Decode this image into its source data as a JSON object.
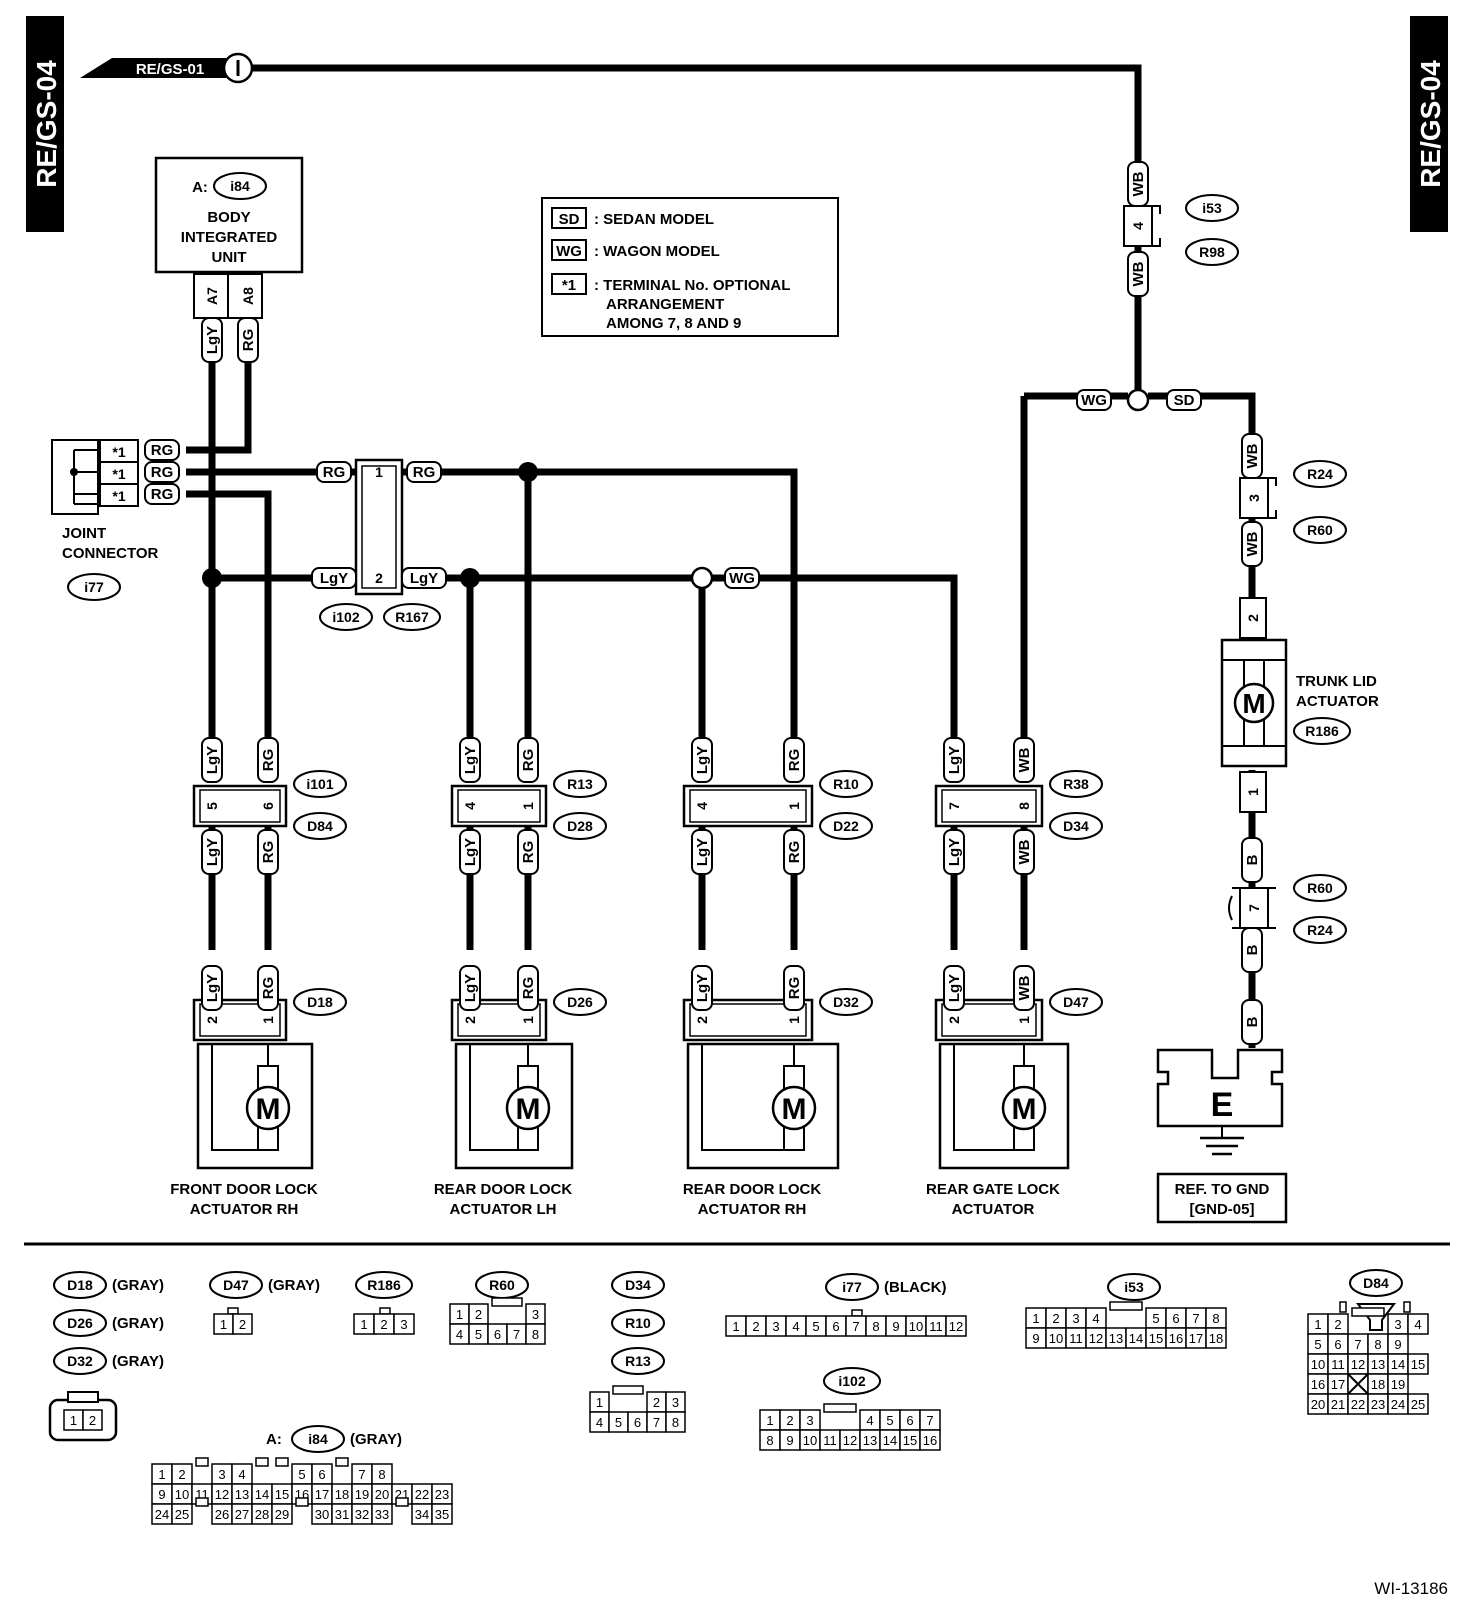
{
  "side_tabs": {
    "left": "RE/GS-04",
    "right": "RE/GS-04"
  },
  "top_source": "RE/GS-01",
  "body_unit": {
    "connector_prefix": "A:",
    "connector": "i84",
    "name_lines": [
      "BODY",
      "INTEGRATED",
      "UNIT"
    ],
    "pins": [
      "A7",
      "A8"
    ]
  },
  "legend": [
    {
      "code": "SD",
      "text": ": SEDAN MODEL"
    },
    {
      "code": "WG",
      "text": ": WAGON MODEL"
    },
    {
      "code": "*1",
      "text": ": TERMINAL No. OPTIONAL",
      "extra": [
        "ARRANGEMENT",
        "AMONG 7, 8 AND 9"
      ]
    }
  ],
  "joint_connector": {
    "name_lines": [
      "JOINT",
      "CONNECTOR"
    ],
    "connector": "i77",
    "pin_mark": "*1"
  },
  "wire_colors": {
    "lgy": "LgY",
    "rg": "RG",
    "wb": "WB",
    "wg": "WG",
    "sd": "SD",
    "b": "B"
  },
  "mid_connector": {
    "codes": [
      "i102",
      "R167"
    ],
    "pins": [
      "1",
      "2"
    ]
  },
  "top_right_connector": {
    "codes": [
      "i53",
      "R98"
    ],
    "pin": "4"
  },
  "motor_letter": "M",
  "actuators": [
    {
      "conn_codes": [
        "i101",
        "D84"
      ],
      "pins": [
        "5",
        "6"
      ],
      "wires": [
        "LgY",
        "RG"
      ],
      "act_code": "D18",
      "act_pins": [
        "2",
        "1"
      ],
      "name_lines": [
        "FRONT DOOR LOCK",
        "ACTUATOR RH"
      ]
    },
    {
      "conn_codes": [
        "R13",
        "D28"
      ],
      "pins": [
        "4",
        "1"
      ],
      "wires": [
        "LgY",
        "RG"
      ],
      "act_code": "D26",
      "act_pins": [
        "2",
        "1"
      ],
      "name_lines": [
        "REAR DOOR LOCK",
        "ACTUATOR LH"
      ]
    },
    {
      "conn_codes": [
        "R10",
        "D22"
      ],
      "pins": [
        "4",
        "1"
      ],
      "wires": [
        "LgY",
        "RG"
      ],
      "act_code": "D32",
      "act_pins": [
        "2",
        "1"
      ],
      "name_lines": [
        "REAR DOOR LOCK",
        "ACTUATOR RH"
      ]
    },
    {
      "conn_codes": [
        "R38",
        "D34"
      ],
      "pins": [
        "7",
        "8"
      ],
      "wires": [
        "LgY",
        "WB"
      ],
      "act_code": "D47",
      "act_pins": [
        "2",
        "1"
      ],
      "name_lines": [
        "REAR GATE  LOCK",
        "ACTUATOR"
      ]
    }
  ],
  "trunk": {
    "upper_codes": [
      "R24",
      "R60"
    ],
    "upper_pin": "3",
    "name_lines": [
      "TRUNK LID",
      "ACTUATOR"
    ],
    "code": "R186",
    "pins": [
      "2",
      "1"
    ],
    "lower_codes": [
      "R60",
      "R24"
    ],
    "lower_pin": "7"
  },
  "ground": {
    "letter": "E",
    "ref_lines": [
      "REF. TO GND",
      "[GND-05]"
    ]
  },
  "connector_views": {
    "d_group": {
      "codes": [
        "D18",
        "D26",
        "D32"
      ],
      "color": "(GRAY)",
      "pins": [
        "1",
        "2"
      ]
    },
    "d47": {
      "code": "D47",
      "color": "(GRAY)",
      "pins": [
        "1",
        "2"
      ]
    },
    "r186": {
      "code": "R186",
      "pins": [
        "1",
        "2",
        "3"
      ]
    },
    "r60": {
      "code": "R60",
      "rows": [
        [
          "1",
          "2",
          "",
          "3"
        ],
        [
          "4",
          "5",
          "6",
          "7",
          "8"
        ]
      ]
    },
    "d34_group": {
      "codes": [
        "D34",
        "R10",
        "R13"
      ],
      "rows": [
        [
          "1",
          "",
          "2",
          "3"
        ],
        [
          "4",
          "5",
          "6",
          "7",
          "8"
        ]
      ]
    },
    "i77": {
      "code": "i77",
      "color": "(BLACK)",
      "pins": [
        "1",
        "2",
        "3",
        "4",
        "5",
        "6",
        "7",
        "8",
        "9",
        "10",
        "11",
        "12"
      ]
    },
    "i53": {
      "code": "i53",
      "rows": [
        [
          "1",
          "2",
          "3",
          "4",
          "",
          "5",
          "6",
          "7",
          "8"
        ],
        [
          "9",
          "10",
          "11",
          "12",
          "13",
          "14",
          "15",
          "16",
          "17",
          "18"
        ]
      ]
    },
    "d84": {
      "code": "D84",
      "rows": [
        [
          "1",
          "2",
          "",
          "3",
          "4"
        ],
        [
          "5",
          "6",
          "7",
          "8",
          "9"
        ],
        [
          "10",
          "11",
          "12",
          "13",
          "14",
          "15"
        ],
        [
          "16",
          "17",
          "X",
          "18",
          "19"
        ],
        [
          "20",
          "21",
          "22",
          "23",
          "24",
          "25"
        ]
      ]
    },
    "i102": {
      "code": "i102",
      "rows": [
        [
          "1",
          "2",
          "3",
          "",
          "4",
          "5",
          "6",
          "7"
        ],
        [
          "8",
          "9",
          "10",
          "11",
          "12",
          "13",
          "14",
          "15",
          "16"
        ]
      ]
    },
    "i84": {
      "prefix": "A:",
      "code": "i84",
      "color": "(GRAY)",
      "rows": [
        [
          "1",
          "2",
          "",
          "3",
          "4",
          "",
          "",
          "5",
          "6",
          "",
          "7",
          "8"
        ],
        [
          "9",
          "10",
          "11",
          "12",
          "13",
          "14",
          "15",
          "16",
          "17",
          "18",
          "19",
          "20",
          "21",
          "22",
          "23"
        ],
        [
          "24",
          "25",
          "",
          "26",
          "27",
          "28",
          "29",
          "",
          "30",
          "31",
          "32",
          "33",
          "",
          "34",
          "35"
        ]
      ]
    }
  },
  "figure_id": "WI-13186"
}
